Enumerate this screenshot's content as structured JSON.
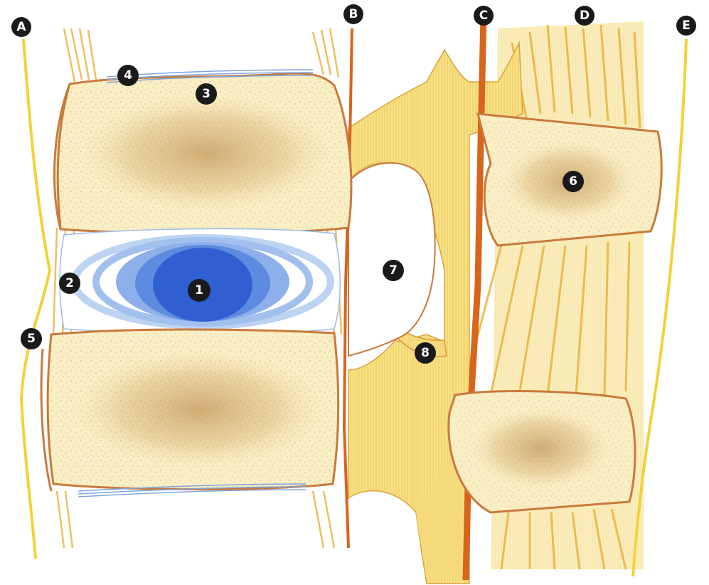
{
  "diagram": {
    "colors": {
      "bone_fill": "#f9eec4",
      "bone_outline": "#c97a3c",
      "marrow_speckle": "#b88a4a",
      "ligament": "#f3c54a",
      "ligament_dark": "#e0a22a",
      "disc_outer": "#bcd3f2",
      "disc_mid": "#6f9be3",
      "disc_core": "#2f5fd1",
      "cord": "#d9641c",
      "line_yellow": "#f2d23a",
      "label_bg": "#1a1a1a"
    },
    "letter_labels": [
      {
        "id": "A",
        "text": "A"
      },
      {
        "id": "B",
        "text": "B"
      },
      {
        "id": "C",
        "text": "C"
      },
      {
        "id": "D",
        "text": "D"
      },
      {
        "id": "E",
        "text": "E"
      }
    ],
    "number_labels": [
      {
        "id": "1",
        "text": "1"
      },
      {
        "id": "2",
        "text": "2"
      },
      {
        "id": "3",
        "text": "3"
      },
      {
        "id": "4",
        "text": "4"
      },
      {
        "id": "5",
        "text": "5"
      },
      {
        "id": "6",
        "text": "6"
      },
      {
        "id": "7",
        "text": "7"
      },
      {
        "id": "8",
        "text": "8"
      }
    ]
  }
}
